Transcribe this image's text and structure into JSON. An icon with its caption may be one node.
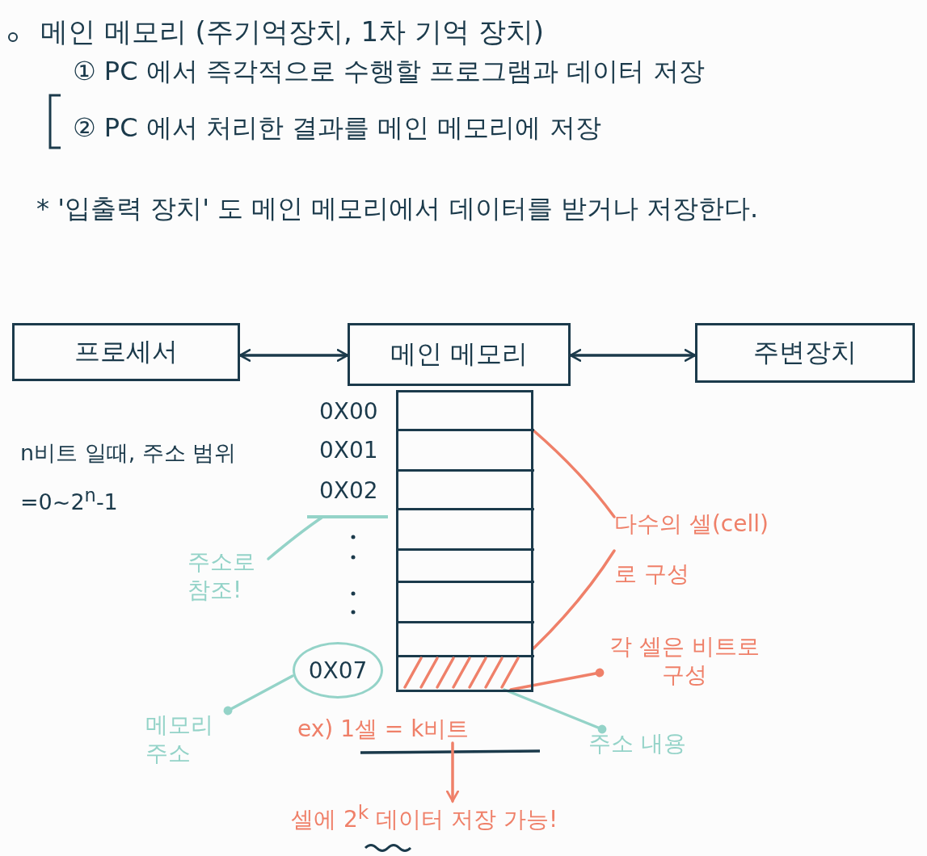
{
  "diagram": {
    "title": "메인 메모리 (주기억장치, 1차 기억 장치)",
    "nodes": [
      {
        "text": [
          "프로세서"
        ]
      },
      {
        "text": [
          "메인 메모리"
        ]
      },
      {
        "text": [
          "주변장치"
        ]
      },
      {
        "text": [],
        "shape": "box"
      },
      {
        "text": [],
        "shape": "box",
        "in": 3
      },
      {
        "text": [
          "0X07"
        ]
      },
      {
        "text": [
          "메모리 주소"
        ]
      },
      {
        "text": [
          "주소로 참조!"
        ]
      },
      {
        "text": [
          "다수의 셀(cell) 로 구성"
        ]
      },
      {
        "text": [
          "각 셀은 비트로 구성"
        ]
      },
      {
        "text": [
          "주소 내용"
        ]
      },
      {
        "text": [
          "ex) 1셀 = k비트"
        ]
      },
      {
        "text": [
          "셀에 2$^{k}$ 데이터 저장 가능!"
        ]
      }
    ],
    "edges": [
      {
        "from": 0,
        "to": 1,
        "arrow": "both",
        "color": "#1b3a4b"
      },
      {
        "from": 1,
        "to": 2,
        "arrow": "both",
        "color": "#1b3a4b"
      },
      {
        "from": 7,
        "to": null,
        "arrow": "none",
        "color": "#94d3c8"
      },
      {
        "from": 8,
        "to": 3,
        "arrow": "none",
        "color": "#ef8069"
      },
      {
        "from": 8,
        "to": 3,
        "arrow": "none",
        "color": "#ef8069"
      },
      {
        "from": 9,
        "to": 4,
        "arrow": "other",
        "color": "#ef8069"
      },
      {
        "from": 10,
        "to": 4,
        "arrow": "other",
        "color": "#94d3c8"
      },
      {
        "from": 6,
        "to": 5,
        "arrow": "other",
        "color": "#94d3c8"
      },
      {
        "from": 11,
        "to": 12,
        "arrow": "to",
        "color": "#ef8069"
      }
    ],
    "labels": [
      "① PC 에서 즉각적으로 수행할 프로그램과 데이터 저장",
      "② PC 에서 처리한 결과를 메인 메모리에 저장",
      "* '입출력 장치' 도 메인 메모리에서 데이터를 받거나 저장한다.",
      "0X00",
      "0X01",
      "0X02",
      "n비트 일때, 주소 범위=0~2$^{n}$-1"
    ]
  }
}
